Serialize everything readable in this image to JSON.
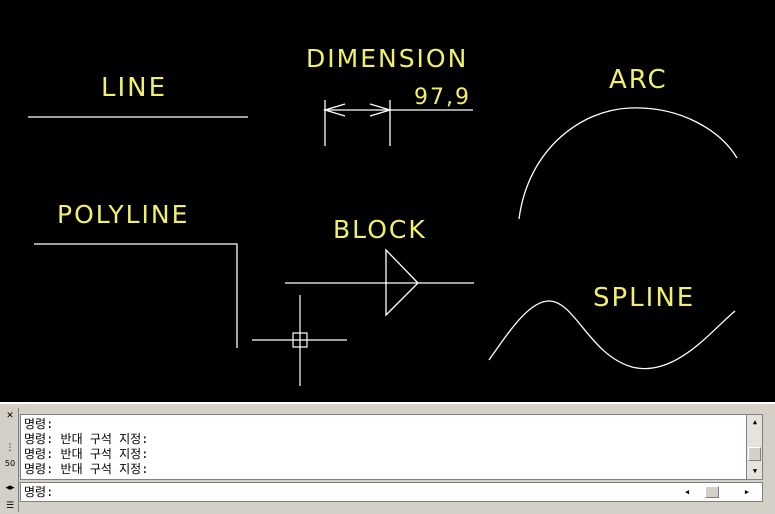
{
  "drawing": {
    "labels": {
      "line": "LINE",
      "dimension": "DIMENSION",
      "dimension_value": "97,9",
      "arc": "ARC",
      "polyline": "POLYLINE",
      "block": "BLOCK",
      "spline": "SPLINE"
    },
    "colors": {
      "background": "#000000",
      "entity": "#ffffff",
      "text": "#f2f06a"
    }
  },
  "command_window": {
    "history": [
      "명령:",
      "명령: 반대 구석 지정:",
      "명령: 반대 구석 지정:",
      "명령: 반대 구석 지정:"
    ],
    "prompt": "명령:",
    "input_value": "",
    "side_icons": [
      "pin-icon",
      "properties-icon",
      "transparency-icon",
      "menu-icon"
    ]
  }
}
